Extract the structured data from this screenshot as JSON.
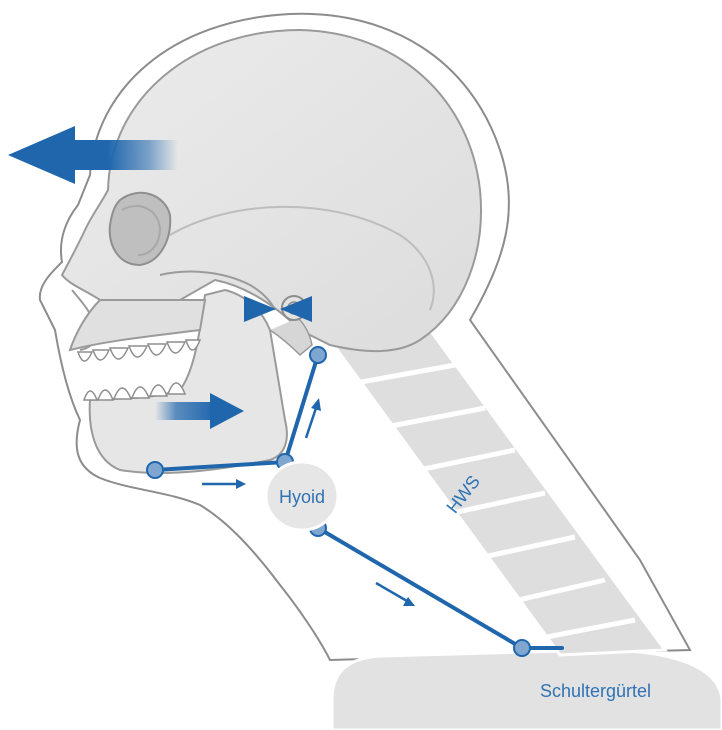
{
  "labels": {
    "hyoid": "Hyoid",
    "hws": "HWS",
    "shoulder_girdle": "Schultergürtel"
  },
  "colors": {
    "accent_blue": "#1f66ad",
    "joint_blue": "#7fa6cf",
    "bone_grey": "#e4e4e4",
    "outline_grey": "#9a9a9a",
    "skin_outline": "#8c8c8c",
    "spine_grey": "#dcdcdc"
  },
  "icons": {
    "forward_arrow": "arrow-left-icon",
    "jaw_arrow": "arrow-right-icon",
    "tmj_marker": "bowtie-icon",
    "joint": "circle-icon"
  }
}
